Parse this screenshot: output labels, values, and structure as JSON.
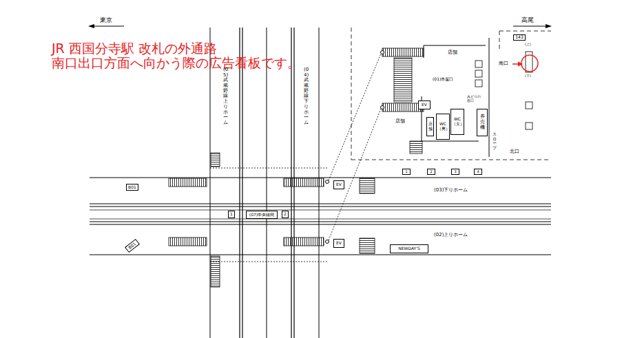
{
  "diagram": {
    "title": "JR 西国分寺駅 改札の外通路 南口出口方面へ向かう際の広告看板です。",
    "nodes": [
      {
        "text": [
          "143"
        ]
      },
      {
        "text": [
          "EV"
        ]
      },
      {
        "text": [
          "店舗"
        ]
      },
      {
        "text": [
          "WC（男）"
        ]
      },
      {
        "text": [
          "WC（女）"
        ]
      },
      {
        "text": [
          "券売機"
        ]
      },
      {
        "text": [
          "1"
        ]
      },
      {
        "text": [
          "2"
        ]
      },
      {
        "text": [
          "3"
        ]
      },
      {
        "text": [
          "4"
        ]
      },
      {
        "text": [
          "EV"
        ]
      },
      {
        "text": [
          "B01"
        ]
      },
      {
        "text": [
          "(07)中央線間"
        ]
      },
      {
        "text": [
          "1"
        ]
      },
      {
        "text": [
          "2"
        ]
      },
      {
        "text": [
          "EV"
        ]
      },
      {
        "text": [
          "B01"
        ]
      },
      {
        "text": [
          "NEWDAY'S"
        ]
      }
    ],
    "labels": [
      "東京",
      "高尾",
      "店舗",
      "(01)本屋口",
      "店舗",
      "みどりの窓口",
      "スロープ",
      "北口",
      "南口",
      "(上)",
      "(下)",
      "(03)下りホーム",
      "(02)上りホーム",
      "(05)武蔵野線上りホーム",
      "(04)武蔵野線下りホーム"
    ]
  }
}
